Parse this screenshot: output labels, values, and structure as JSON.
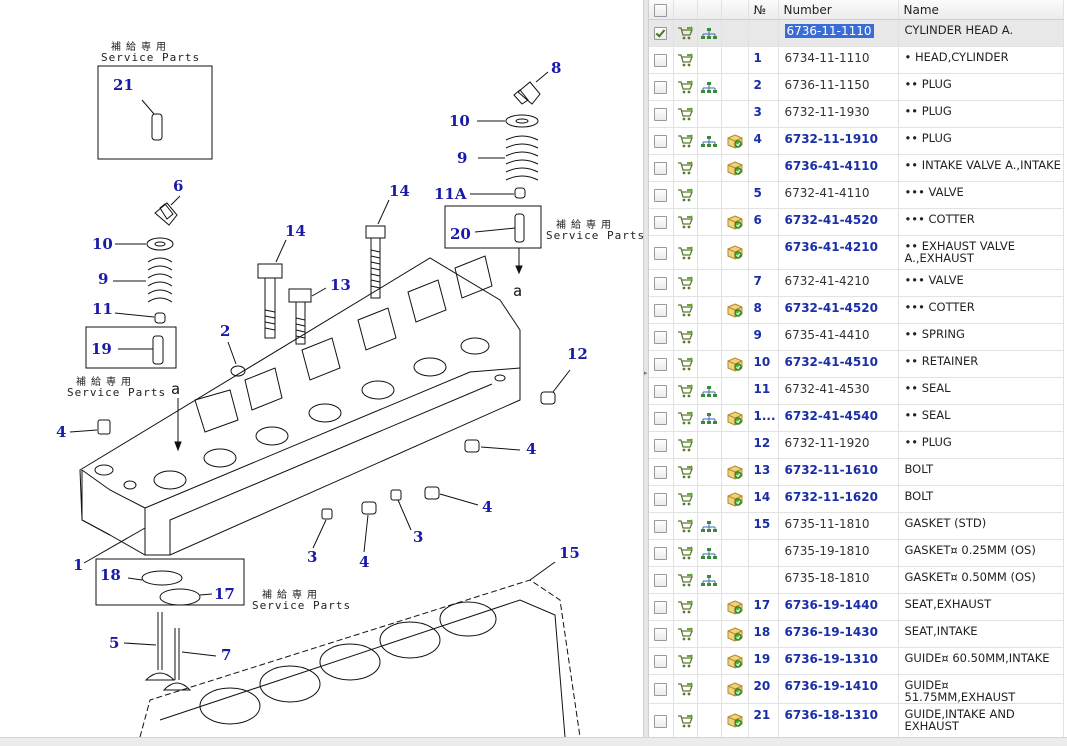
{
  "drawing": {
    "callouts": [
      {
        "id": "c21",
        "text": "21"
      },
      {
        "id": "c8",
        "text": "8"
      },
      {
        "id": "c10a",
        "text": "10"
      },
      {
        "id": "c9a",
        "text": "9"
      },
      {
        "id": "c11A",
        "text": "11A"
      },
      {
        "id": "c20",
        "text": "20"
      },
      {
        "id": "c14a",
        "text": "14"
      },
      {
        "id": "c6",
        "text": "6"
      },
      {
        "id": "c10b",
        "text": "10"
      },
      {
        "id": "c14b",
        "text": "14"
      },
      {
        "id": "c13",
        "text": "13"
      },
      {
        "id": "c9b",
        "text": "9"
      },
      {
        "id": "c11",
        "text": "11"
      },
      {
        "id": "c2",
        "text": "2"
      },
      {
        "id": "c19",
        "text": "19"
      },
      {
        "id": "c12",
        "text": "12"
      },
      {
        "id": "c4a",
        "text": "4"
      },
      {
        "id": "c4b",
        "text": "4"
      },
      {
        "id": "c4c",
        "text": "4"
      },
      {
        "id": "c4d",
        "text": "4"
      },
      {
        "id": "c3a",
        "text": "3"
      },
      {
        "id": "c3b",
        "text": "3"
      },
      {
        "id": "c1",
        "text": "1"
      },
      {
        "id": "c18",
        "text": "18"
      },
      {
        "id": "c17",
        "text": "17"
      },
      {
        "id": "c15",
        "text": "15"
      },
      {
        "id": "c5",
        "text": "5"
      },
      {
        "id": "c7",
        "text": "7"
      }
    ],
    "service_parts_jp": "補給専用",
    "service_parts_en": "Service Parts",
    "arrow_label": "a"
  },
  "table": {
    "headers": {
      "no": "№",
      "number": "Number",
      "name": "Name"
    },
    "rows": [
      {
        "checked": true,
        "tree": true,
        "img": false,
        "no": "",
        "number": "6736-11-1110",
        "name": "CYLINDER HEAD A.",
        "link": false,
        "sel": true
      },
      {
        "checked": false,
        "tree": false,
        "img": false,
        "no": "1",
        "number": "6734-11-1110",
        "name": "• HEAD,CYLINDER",
        "link": false
      },
      {
        "checked": false,
        "tree": true,
        "img": false,
        "no": "2",
        "number": "6736-11-1150",
        "name": "•• PLUG",
        "link": false
      },
      {
        "checked": false,
        "tree": false,
        "img": false,
        "no": "3",
        "number": "6732-11-1930",
        "name": "•• PLUG",
        "link": false
      },
      {
        "checked": false,
        "tree": true,
        "img": true,
        "no": "4",
        "number": "6732-11-1910",
        "name": "•• PLUG",
        "link": true
      },
      {
        "checked": false,
        "tree": false,
        "img": true,
        "no": "",
        "number": "6736-41-4110",
        "name": "•• INTAKE VALVE A.,INTAKE",
        "link": true
      },
      {
        "checked": false,
        "tree": false,
        "img": false,
        "no": "5",
        "number": "6732-41-4110",
        "name": "••• VALVE",
        "link": false
      },
      {
        "checked": false,
        "tree": false,
        "img": true,
        "no": "6",
        "number": "6732-41-4520",
        "name": "••• COTTER",
        "link": true
      },
      {
        "checked": false,
        "tree": false,
        "img": true,
        "no": "",
        "number": "6736-41-4210",
        "name": "•• EXHAUST VALVE A.,EXHAUST",
        "link": true,
        "tall": true
      },
      {
        "checked": false,
        "tree": false,
        "img": false,
        "no": "7",
        "number": "6732-41-4210",
        "name": "••• VALVE",
        "link": false
      },
      {
        "checked": false,
        "tree": false,
        "img": true,
        "no": "8",
        "number": "6732-41-4520",
        "name": "••• COTTER",
        "link": true
      },
      {
        "checked": false,
        "tree": false,
        "img": false,
        "no": "9",
        "number": "6735-41-4410",
        "name": "•• SPRING",
        "link": false
      },
      {
        "checked": false,
        "tree": false,
        "img": true,
        "no": "10",
        "number": "6732-41-4510",
        "name": "•• RETAINER",
        "link": true
      },
      {
        "checked": false,
        "tree": true,
        "img": false,
        "no": "11",
        "number": "6732-41-4530",
        "name": "•• SEAL",
        "link": false
      },
      {
        "checked": false,
        "tree": true,
        "img": true,
        "no": "1...",
        "number": "6732-41-4540",
        "name": "•• SEAL",
        "link": true
      },
      {
        "checked": false,
        "tree": false,
        "img": false,
        "no": "12",
        "number": "6732-11-1920",
        "name": "•• PLUG",
        "link": false
      },
      {
        "checked": false,
        "tree": false,
        "img": true,
        "no": "13",
        "number": "6732-11-1610",
        "name": "BOLT",
        "link": true
      },
      {
        "checked": false,
        "tree": false,
        "img": true,
        "no": "14",
        "number": "6732-11-1620",
        "name": "BOLT",
        "link": true
      },
      {
        "checked": false,
        "tree": true,
        "img": false,
        "no": "15",
        "number": "6735-11-1810",
        "name": "GASKET (STD)",
        "link": false
      },
      {
        "checked": false,
        "tree": true,
        "img": false,
        "no": "",
        "number": "6735-19-1810",
        "name": "GASKET¤ 0.25MM (OS)",
        "link": false
      },
      {
        "checked": false,
        "tree": true,
        "img": false,
        "no": "",
        "number": "6735-18-1810",
        "name": "GASKET¤ 0.50MM (OS)",
        "link": false
      },
      {
        "checked": false,
        "tree": false,
        "img": true,
        "no": "17",
        "number": "6736-19-1440",
        "name": "SEAT,EXHAUST",
        "link": true
      },
      {
        "checked": false,
        "tree": false,
        "img": true,
        "no": "18",
        "number": "6736-19-1430",
        "name": "SEAT,INTAKE",
        "link": true
      },
      {
        "checked": false,
        "tree": false,
        "img": true,
        "no": "19",
        "number": "6736-19-1310",
        "name": "GUIDE¤ 60.50MM,INTAKE",
        "link": true
      },
      {
        "checked": false,
        "tree": false,
        "img": true,
        "no": "20",
        "number": "6736-19-1410",
        "name": "GUIDE¤ 51.75MM,EXHAUST",
        "link": true
      },
      {
        "checked": false,
        "tree": false,
        "img": true,
        "no": "21",
        "number": "6736-18-1310",
        "name": "GUIDE,INTAKE AND EXHAUST",
        "link": true,
        "tall": true
      }
    ]
  }
}
